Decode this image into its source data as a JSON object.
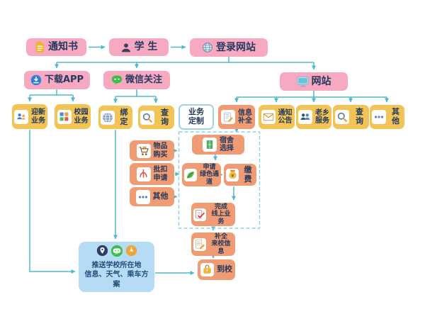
{
  "colors": {
    "line": "#4fb9cc",
    "pink": "#f8a9c2",
    "yellow": "#f2c455",
    "orange": "#ef9b73",
    "panel_blue": "#b5dcf4",
    "outline_blue": "#9fd4e2",
    "label_text": "#24395e"
  },
  "nodes": {
    "notice": {
      "label": "通知书",
      "icon": "document-icon"
    },
    "student": {
      "label": "学 生",
      "icon": "student-icon"
    },
    "login": {
      "label": "登录网站",
      "icon": "globe-icon"
    },
    "download_app": {
      "label": "下载APP",
      "icon": "app-download-icon"
    },
    "wechat_follow": {
      "label": "微信关注",
      "icon": "wechat-icon"
    },
    "website": {
      "label": "网站",
      "icon": "monitor-icon"
    },
    "welcome": {
      "label": "迎新\n业务",
      "icon": "welcome-service-icon"
    },
    "campus": {
      "label": "校园\n业务",
      "icon": "campus-service-icon"
    },
    "bind": {
      "label": "绑定",
      "icon": "bind-globe-icon"
    },
    "query_wechat": {
      "label": "查询",
      "icon": "search-icon"
    },
    "biz_custom": {
      "label": "业务\n定制"
    },
    "info_complete": {
      "label": "信息\n补全",
      "icon": "form-edit-icon"
    },
    "announce": {
      "label": "通知\n公告",
      "icon": "mail-icon"
    },
    "hometown": {
      "label": "老乡\n服务",
      "icon": "users-icon"
    },
    "query_web": {
      "label": "查询",
      "icon": "search-icon"
    },
    "other_web": {
      "label": "其他",
      "icon": "dots-icon"
    },
    "dorm": {
      "label": "宿舍\n选择",
      "icon": "wardrobe-icon"
    },
    "purchase": {
      "label": "物品\n购买",
      "icon": "cart-icon"
    },
    "deduct": {
      "label": "批扣\n申请",
      "icon": "claw-icon"
    },
    "other_purchase": {
      "label": "其他",
      "icon": "dots-icon"
    },
    "green_channel": {
      "label": "申请\n绿色通道",
      "icon": "leaf-icon"
    },
    "pay": {
      "label": "缴费",
      "icon": "moneybag-icon"
    },
    "finish_online": {
      "label": "完成\n线上业务",
      "icon": "check-doc-icon"
    },
    "fill_arrival": {
      "label": "补全\n来校信息",
      "icon": "pencil-doc-icon"
    },
    "arrive": {
      "label": "到校",
      "icon": "schoolbag-icon"
    }
  },
  "panel": {
    "text": "推送学校所在地\n信息、天气、乘车方案",
    "icons": [
      "location-icon",
      "wechat-icon",
      "navigation-icon"
    ]
  }
}
